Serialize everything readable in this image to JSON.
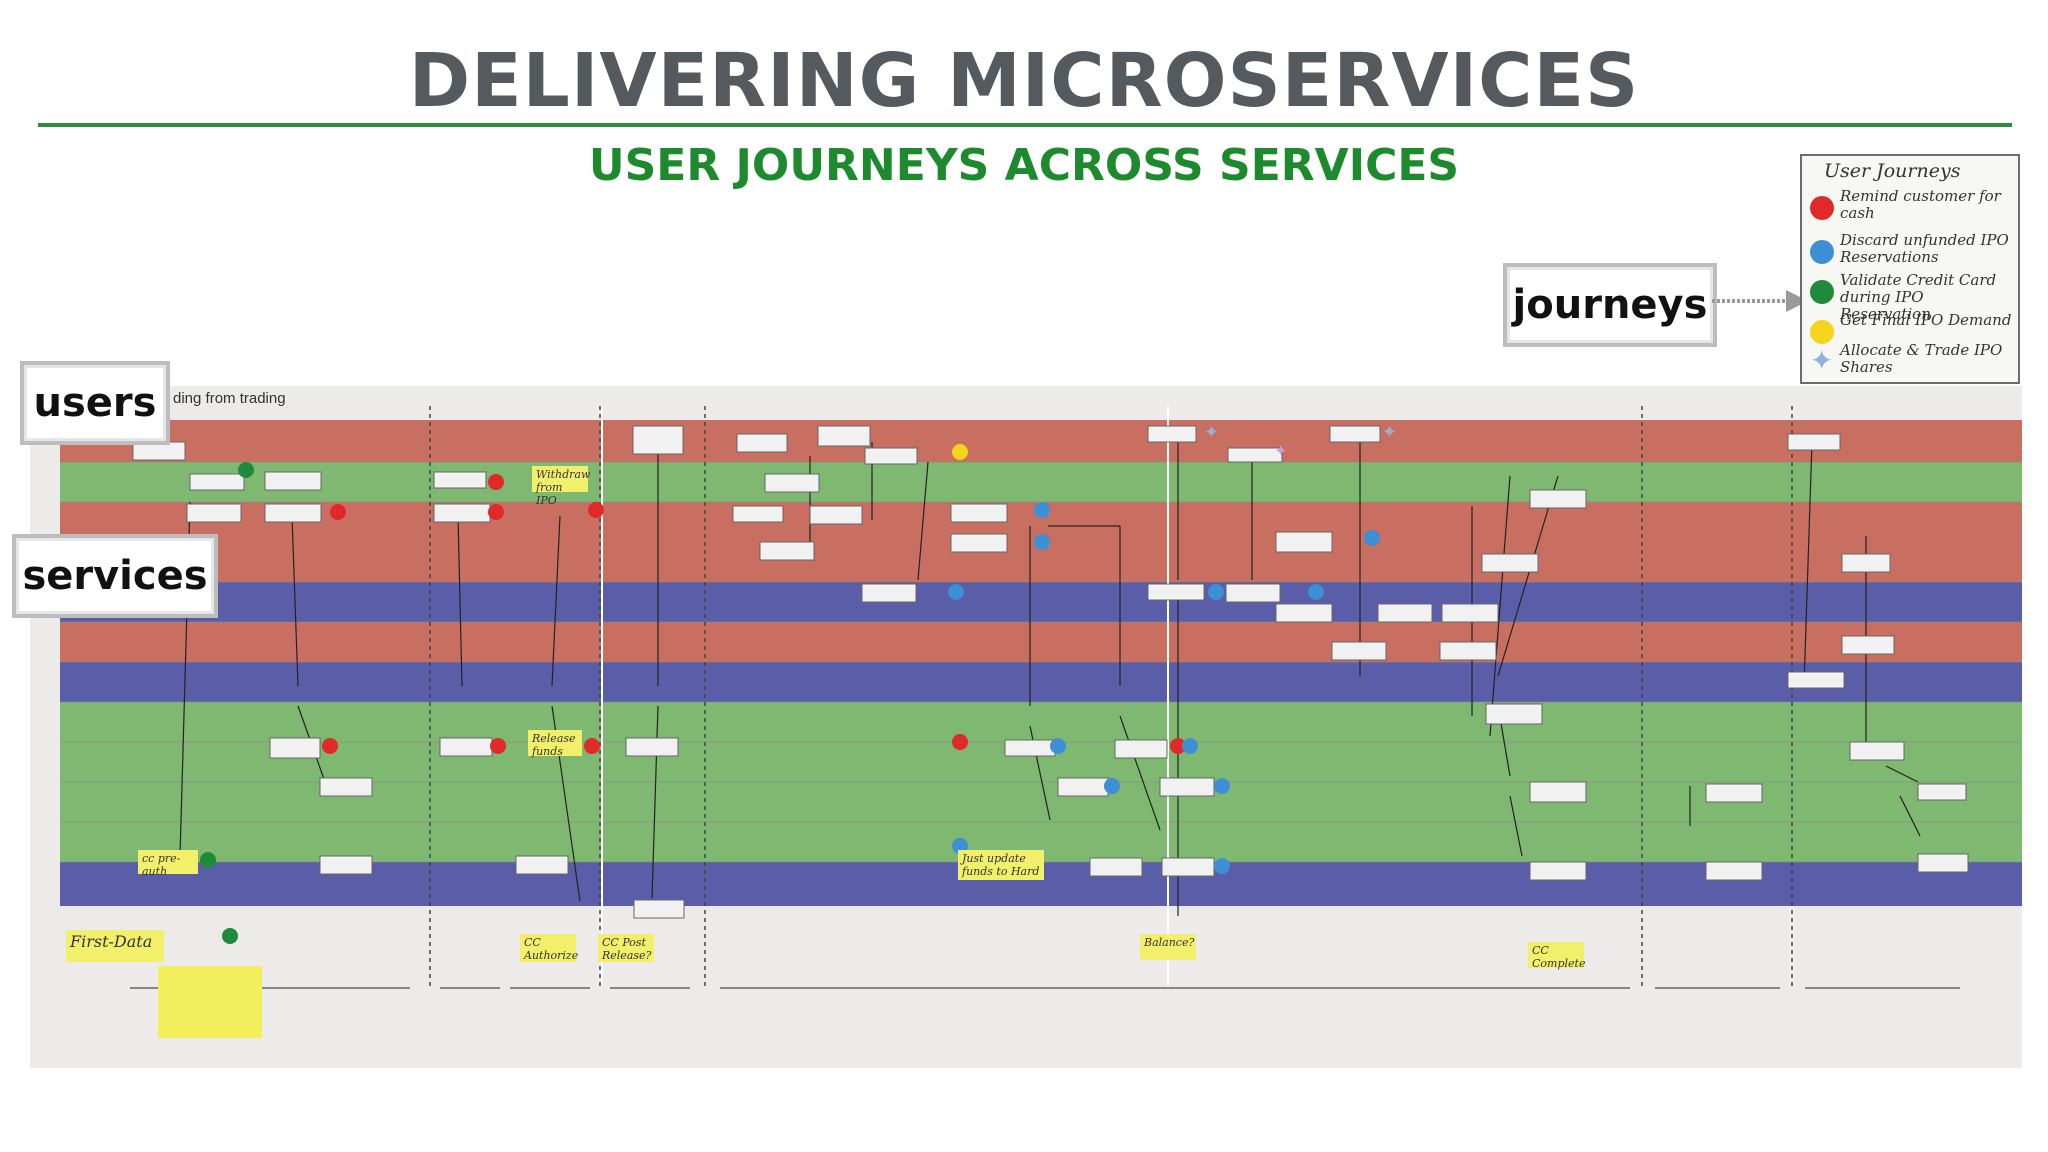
{
  "header": {
    "title": "DELIVERING MICROSERVICES",
    "subtitle": "USER JOURNEYS ACROSS SERVICES"
  },
  "callouts": {
    "users": "users",
    "services": "services",
    "journeys": "journeys"
  },
  "photo": {
    "caption": "ding from trading",
    "handwritten": {
      "first_data": "First-Data",
      "cc_pre_auth": "cc pre-auth",
      "cc_authorize": "CC Authorize",
      "cc_post_release": "CC Post Release?",
      "balance": "Balance?",
      "cc_complete": "CC Complete",
      "withdraw_from_ipo": "Withdraw from IPO",
      "release_funds": "Release funds",
      "just_update_funds": "Just update funds to Hard"
    }
  },
  "legend": {
    "title": "User Journeys",
    "items": [
      {
        "label": "Remind customer for cash",
        "color": "#e02a2a",
        "icon": "red-dot"
      },
      {
        "label": "Discard unfunded IPO Reservations",
        "color": "#3d8fd6",
        "icon": "blue-dot"
      },
      {
        "label": "Validate Credit Card during IPO Reservation",
        "color": "#1f8a3a",
        "icon": "green-dot"
      },
      {
        "label": "Get Final IPO Demand",
        "color": "#f4d41c",
        "icon": "yellow-dot"
      },
      {
        "label": "Allocate & Trade IPO Shares",
        "color": "#8fb4d8",
        "icon": "star-icon"
      }
    ]
  },
  "lane_colors": {
    "red": "#c96f62",
    "green": "#7fb870",
    "blue": "#5a5ea8"
  }
}
